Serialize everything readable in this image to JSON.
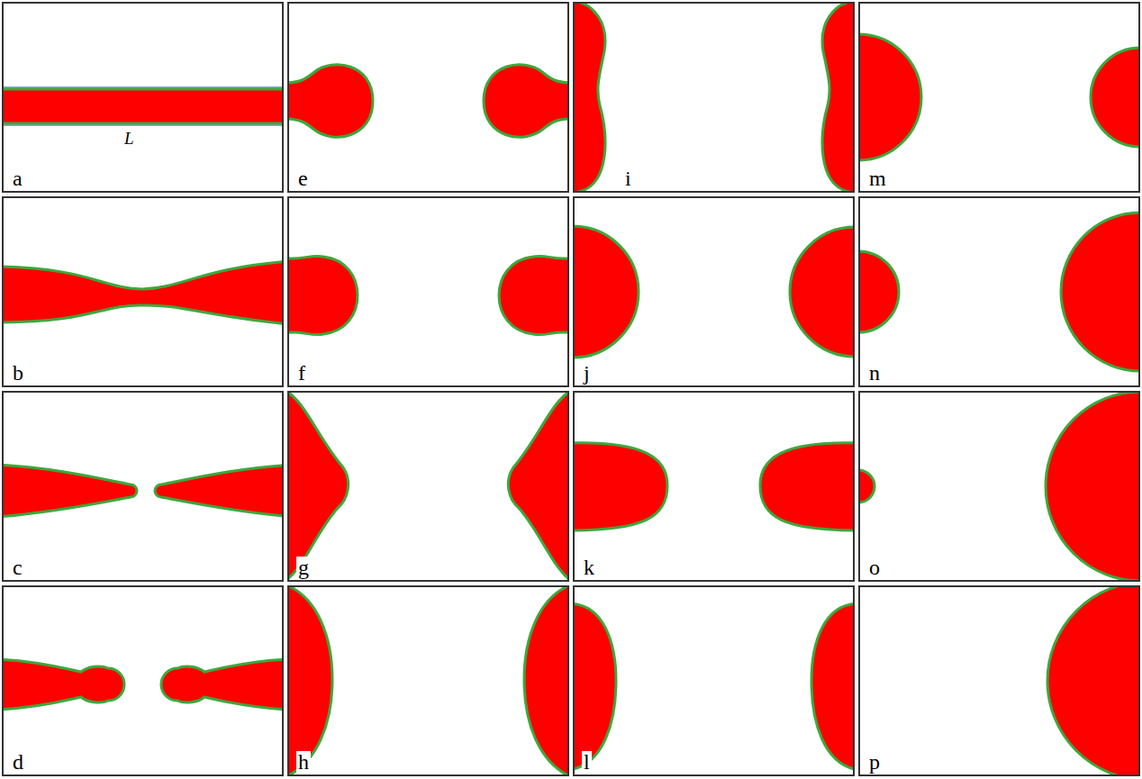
{
  "diagram": {
    "nodes": [
      {
        "text": [
          "L",
          "a"
        ]
      },
      {
        "text": [
          "e"
        ]
      },
      {
        "text": [
          "i"
        ]
      },
      {
        "text": [
          "m"
        ]
      },
      {
        "text": [
          "b"
        ]
      },
      {
        "text": [
          "f"
        ]
      },
      {
        "text": [
          "j"
        ]
      },
      {
        "text": [
          "n"
        ]
      },
      {
        "text": [
          "c"
        ]
      },
      {
        "text": [
          "g"
        ]
      },
      {
        "text": [
          "k"
        ]
      },
      {
        "text": [
          "o"
        ]
      },
      {
        "text": [
          "d"
        ]
      },
      {
        "text": [
          "h"
        ]
      },
      {
        "text": [
          "l"
        ]
      },
      {
        "text": [
          "p"
        ]
      }
    ]
  }
}
